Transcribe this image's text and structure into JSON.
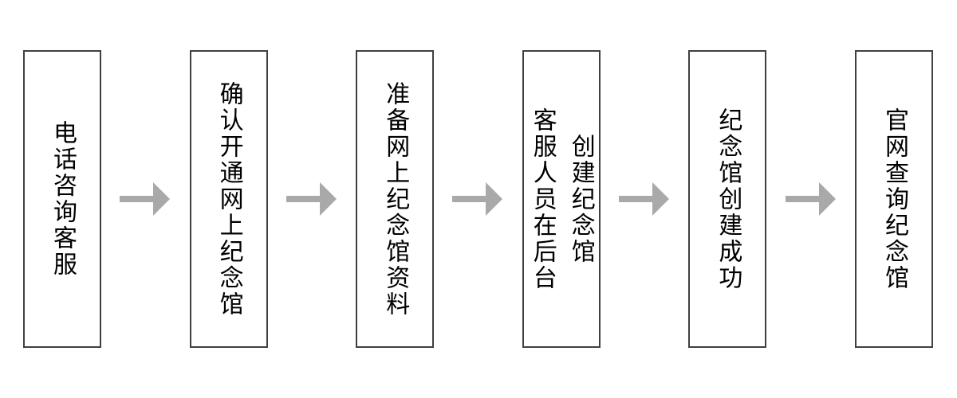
{
  "colors": {
    "background": "#ffffff",
    "box_border": "#404040",
    "box_fill": "#ffffff",
    "text": "#000000",
    "arrow": "#a9a9a9"
  },
  "flow": {
    "type": "flowchart",
    "direction": "left-to-right",
    "connector_icon": "right-arrow",
    "steps": [
      {
        "label": "电话咨询客服"
      },
      {
        "label": "确认开通网上纪念馆"
      },
      {
        "label": "准备网上纪念馆资料"
      },
      {
        "label": "客服人员在后台\n创建纪念馆"
      },
      {
        "label": "纪念馆创建成功"
      },
      {
        "label": "官网查询纪念馆"
      }
    ]
  }
}
